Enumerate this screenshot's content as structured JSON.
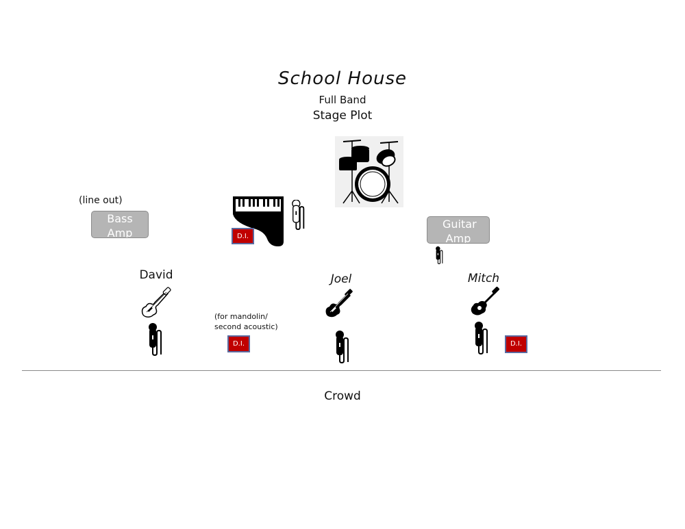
{
  "header": {
    "title": "School House",
    "subtitle": "Full Band",
    "caption": "Stage Plot"
  },
  "bass_amp": {
    "label": "Bass Amp",
    "note": "(line out)"
  },
  "guitar_amp": {
    "label": "Guitar Amp"
  },
  "di_boxes": {
    "label": "D.I."
  },
  "mandolin_note": {
    "line1": "(for mandolin/",
    "line2": "second acoustic)"
  },
  "performers": {
    "left": "David",
    "center": "Joel",
    "right": "Mitch"
  },
  "audience": {
    "label": "Crowd"
  },
  "icons": {
    "drums": "drum-kit-icon",
    "piano": "grand-piano-icon",
    "electric_guitar": "electric-guitar-icon",
    "bass_guitar": "bass-guitar-icon",
    "acoustic_guitar": "acoustic-guitar-icon",
    "mic": "microphone-icon"
  },
  "colors": {
    "di_fill": "#c00000",
    "di_border": "#5a6aa0",
    "amp_fill": "#b5b5b5"
  }
}
